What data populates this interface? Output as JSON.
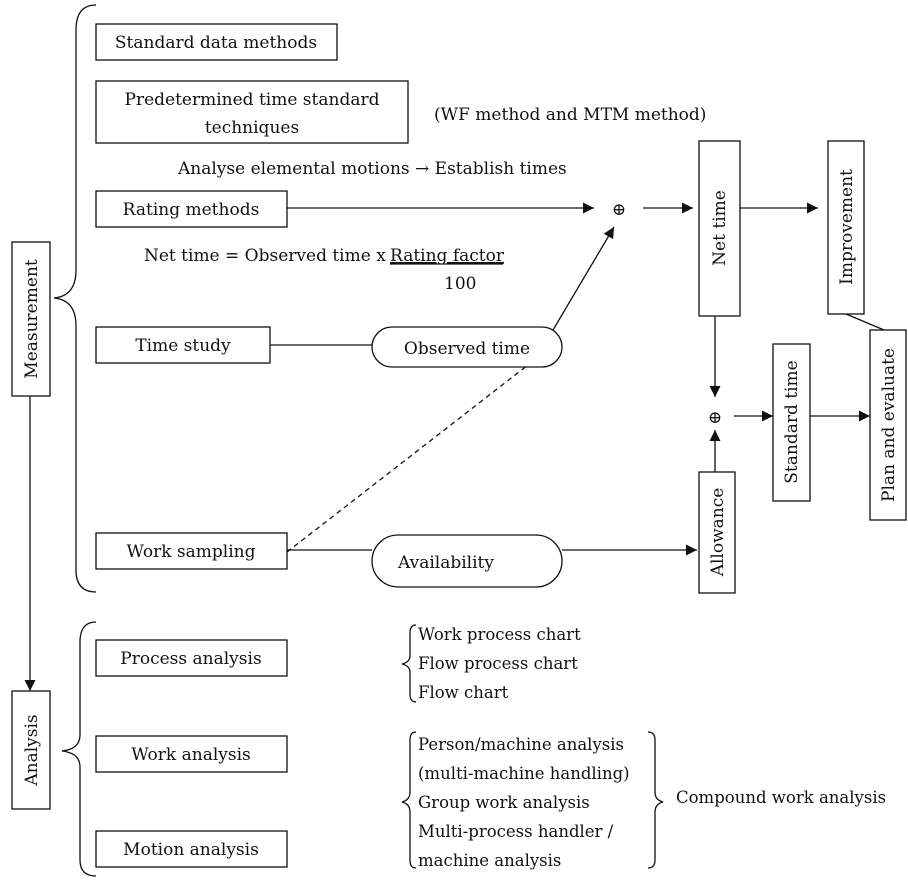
{
  "measurement": {
    "label": "Measurement",
    "standard_data": "Standard data methods",
    "pts_line1": "Predetermined time standard",
    "pts_line2": "techniques",
    "pts_note": "(WF method and MTM method)",
    "pts_flow": "Analyse elemental motions → Establish times",
    "rating": "Rating methods",
    "formula": "Net time = Observed time x",
    "formula_numerator": "Rating factor",
    "formula_denominator": "100",
    "time_study": "Time study",
    "observed_time": "Observed time",
    "work_sampling": "Work sampling",
    "availability": "Availability"
  },
  "results": {
    "net_time": "Net time",
    "improvement": "Improvement",
    "allowance": "Allowance",
    "standard_time": "Standard time",
    "plan_evaluate": "Plan and evaluate",
    "plus": "⊕"
  },
  "analysis": {
    "label": "Analysis",
    "process": "Process analysis",
    "process_items": [
      "Work process chart",
      "Flow process chart",
      "Flow chart"
    ],
    "work": "Work analysis",
    "motion": "Motion analysis",
    "work_items": [
      "Person/machine analysis",
      "(multi-machine handling)",
      "Group work analysis",
      "Multi-process handler /",
      "machine analysis"
    ],
    "compound": "Compound work analysis"
  }
}
